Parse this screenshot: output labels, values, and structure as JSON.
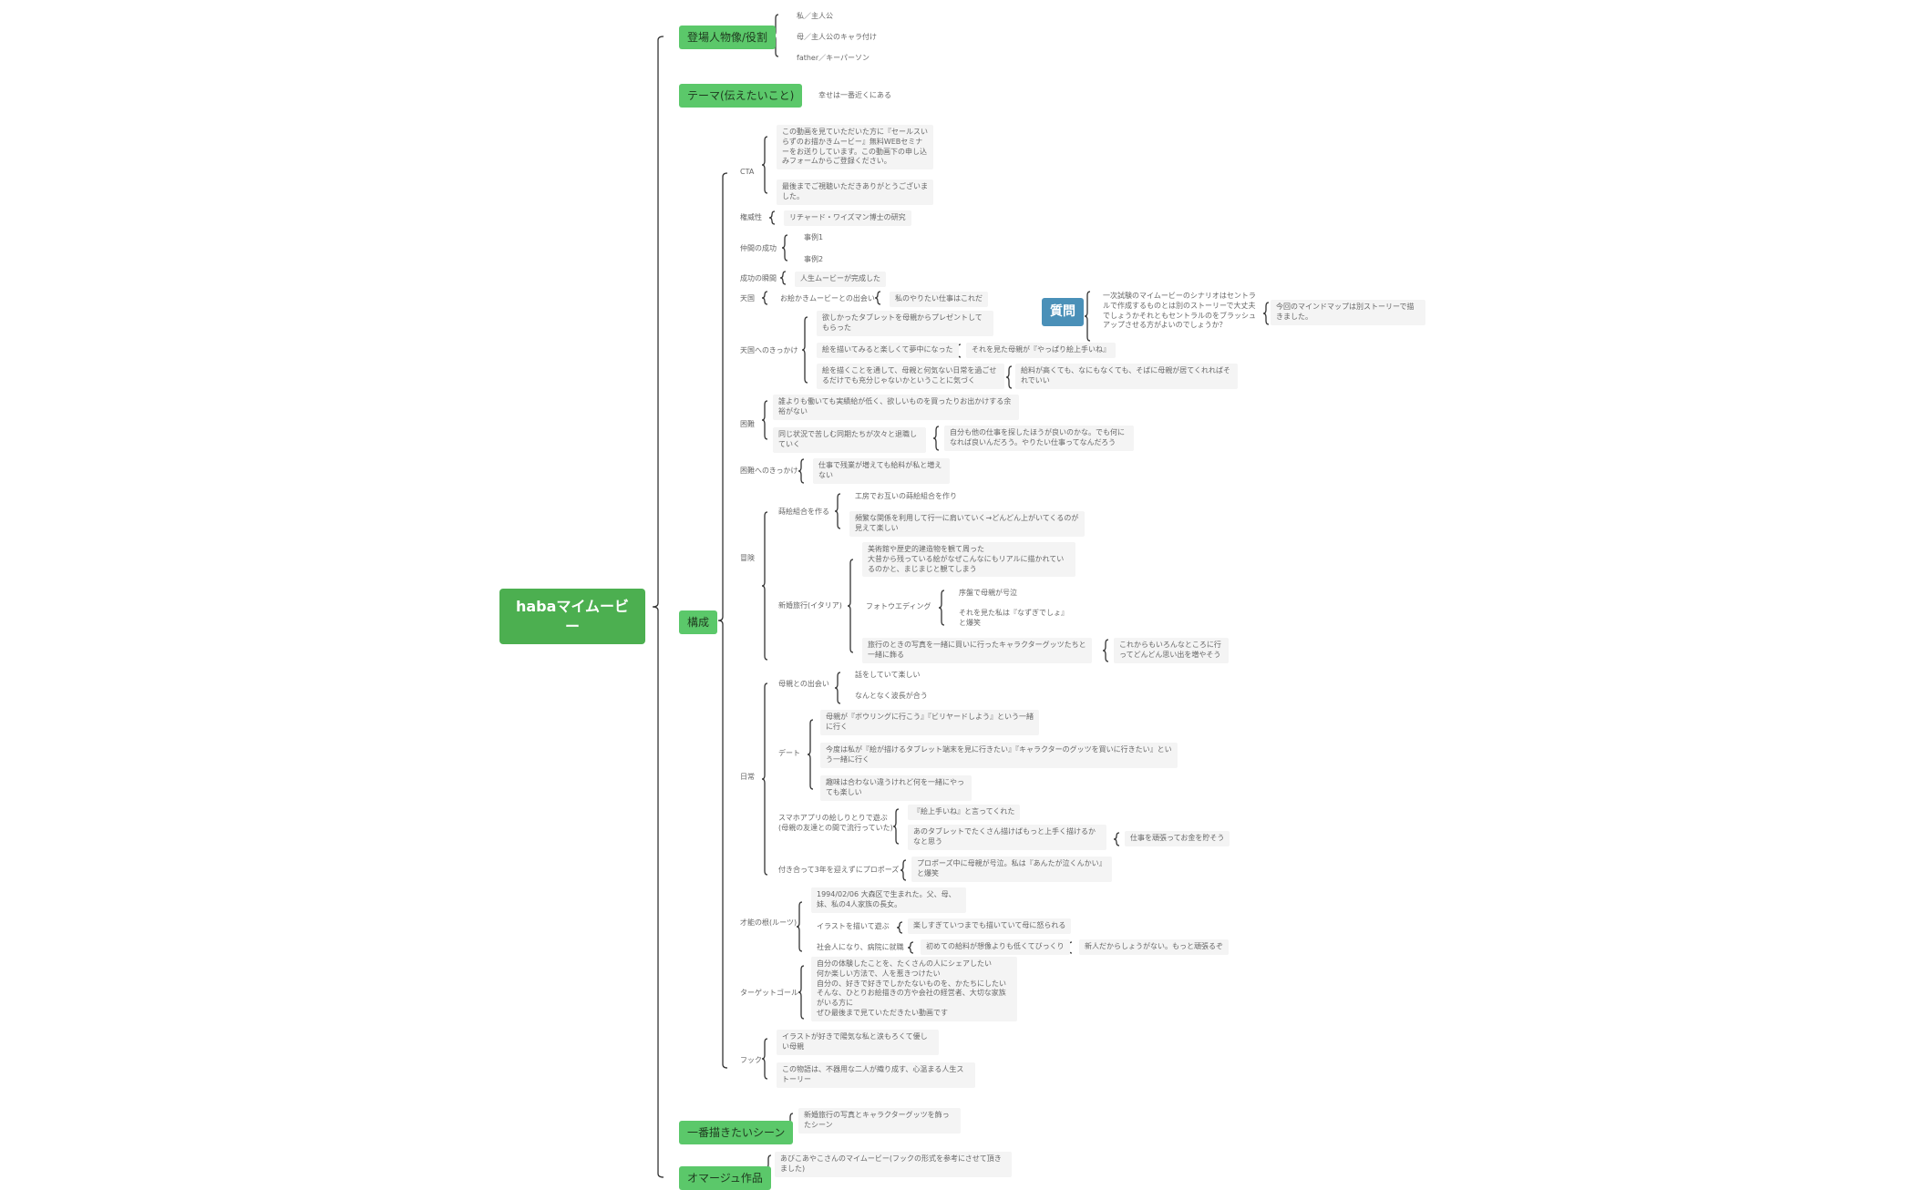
{
  "root": "habaマイムービー",
  "main": {
    "characters": "登場人物像/役割",
    "theme": "テーマ(伝えたいこと)",
    "structure": "構成",
    "best_scene": "一番描きたいシーン",
    "homage": "オマージュ作品"
  },
  "characters": [
    "私／主人公",
    "母／主人公のキャラ付け",
    "father／キーパーソン"
  ],
  "theme": [
    "幸せは一番近くにある"
  ],
  "structure": {
    "cta": "CTA",
    "cta_items": [
      "この動画を見ていただいた方に『セールスいらずのお描かきムービー』無料WEBセミナーをお送りしています。この動画下の申し込みフォームからご登録ください。",
      "最後までご視聴いただきありがとうございました。"
    ],
    "authority": "権威性",
    "authority_item": "リチャード・ワイズマン博士の研究",
    "peer": "仲間の成功",
    "peer_items": [
      "事例1",
      "事例2"
    ],
    "success": "成功の瞬間",
    "success_item": "人生ムービーが完成した",
    "heaven": "天国",
    "heaven_sub": "お絵かきムービーとの出会い",
    "heaven_leaf": "私のやりたい仕事はこれだ",
    "to_heaven": "天国へのきっかけ",
    "to_heaven_items": [
      "欲しかったタブレットを母親からプレゼントしてもらった",
      "絵を描いてみると楽しくて夢中になった",
      "絵を描くことを通して、母親と何気ない日常を過ごせるだけでも充分じゃないかということに気づく"
    ],
    "to_heaven_leaf1": "それを見た母親が『やっぱり絵上手いね』",
    "to_heaven_leaf2": "給料が高くても、なにもなくても、そばに母親が居てくれればそれでいい",
    "hell": "困難",
    "hell_items": [
      "誰よりも働いても実績給が低く、欲しいものを買ったりお出かけする余裕がない",
      "同じ状況で苦しむ同期たちが次々と退職していく"
    ],
    "hell_leaf": "自分も他の仕事を探したほうが良いのかな。でも何になれば良いんだろう。やりたい仕事ってなんだろう",
    "to_hell": "困難へのきっかけ",
    "to_hell_item": "仕事で残業が増えても給料が私と増えない",
    "adventure": "冒険",
    "adv_sub1": "蒔絵組合を作る",
    "adv_sub1_items": [
      "工房でお互いの蒔絵組合を作り",
      "頻繁な関係を利用して行一に肩いていく→どんどん上がいてくるのが見えて楽しい"
    ],
    "adv_sub2": "新婚旅行(イタリア)",
    "adv_sub2_items": [
      "美術館や歴史的建造物を観て周った\n大昔から残っている絵がなぜこんなにもリアルに描かれているのかと、まじまじと観てしまう",
      "フォトウエディング",
      "旅行のときの写真を一緒に買いに行ったキャラクターグッツたちと一緒に飾る"
    ],
    "photo_items": [
      "序盤で母親が号泣",
      "それを見た私は『なずぎでしょ』と爆笑"
    ],
    "adv_leaf": "これからもいろんなところに行ってどんどん思い出を増やそう",
    "daily": "日常",
    "daily_sub1": "母親との出会い",
    "daily_sub1_items": [
      "話をしていて楽しい",
      "なんとなく波長が合う"
    ],
    "date": "デート",
    "date_items": [
      "母親が『ボウリングに行こう』『ビリヤードしよう』という一緒に行く",
      "今度は私が『絵が描けるタブレット端末を見に行きたい』『キャラクターのグッツを買いに行きたい』という一緒に行く",
      "趣味は合わない違うけれど何を一緒にやっても楽しい"
    ],
    "app": "スマホアプリの絵しりとりで遊ぶ\n(母親の友達との間で流行っていた)",
    "app_items": [
      "『絵上手いね』と言ってくれた",
      "あのタブレットでたくさん描けばもっと上手く描けるかなと思う"
    ],
    "app_leaf": "仕事を頑張ってお金を貯そう",
    "propose": "付き合って3年を迎えずにプロポーズ",
    "propose_item": "プロポーズ中に母親が号泣。私は『あんたが泣くんかい』と爆笑",
    "origin": "才能の根(ルーツ)",
    "origin_items": [
      "1994/02/06 大森区で生まれた。父、母、妹、私の4人家族の長女。",
      "イラストを描いて遊ぶ",
      "社会人になり、病院に就職"
    ],
    "origin_leaf1": "楽しすぎていつまでも描いていて母に怒られる",
    "origin_leaf2": "初めての給料が想像よりも低くてびっくり",
    "origin_leaf3": "新人だからしょうがない。もっと頑張るぞ",
    "goal": "ターゲットゴール",
    "goal_item": "自分の体験したことを、たくさんの人にシェアしたい\n何か楽しい方法で、人を惹きつけたい\n自分の、好きで好きでしかたないものを、かたちにしたい\nそんな、ひとりお絵描きの方や会社の経営者、大切な家族がいる方に\nぜひ最後まで見ていただきたい動画です",
    "hook": "フック",
    "hook_items": [
      "イラストが好きで陽気な私と涙もろくて優しい母親",
      "この物語は、不器用な二人が織り成す、心温まる人生ストーリー"
    ]
  },
  "best_scene": "新婚旅行の写真とキャラクターグッツを飾ったシーン",
  "homage": "あびこあやこさんのマイムービー(フックの形式を参考にさせて頂きました)",
  "question": {
    "tag": "質問",
    "text": "一次試験のマイムービーのシナリオはセントラルで作成するものとは別のストーリーで大丈夫でしょうかそれともセントラルのをブラッシュアップさせる方がよいのでしょうか？",
    "note": "今回のマインドマップは別ストーリーで描きました。"
  },
  "colors": {
    "root": "#4caf50",
    "main": "#5bc86a",
    "tag": "#4a90b8",
    "line": "#333333"
  }
}
